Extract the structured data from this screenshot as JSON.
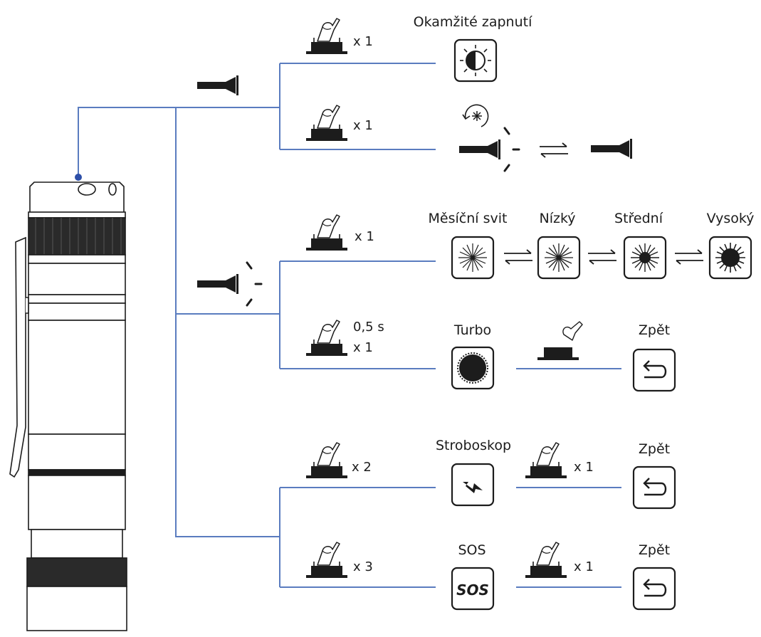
{
  "colors": {
    "line": "#5a7cbf",
    "dot": "#2d4fa8",
    "ink": "#1c1c1c"
  },
  "icons": {
    "button_press": "finger-press-button-icon",
    "flashlight_off": "flashlight-icon",
    "flashlight_on": "flashlight-on-icon",
    "back": "return-arrow-icon"
  },
  "branches": {
    "off": {
      "instant_on": {
        "count": "x 1",
        "mode_label": "Okamžité zapnutí"
      },
      "toggle": {
        "count": "x 1"
      }
    },
    "on": {
      "brightness": {
        "count": "x 1",
        "levels": [
          "Měsíční svit",
          "Nízký",
          "Střední",
          "Vysoký"
        ]
      },
      "turbo": {
        "hold": "0,5 s",
        "count": "x 1",
        "mode_label": "Turbo",
        "back_label": "Zpět"
      }
    },
    "strobe": {
      "count": "x 2",
      "mode_label": "Stroboskop",
      "exit_count": "x 1",
      "back_label": "Zpět"
    },
    "sos": {
      "count": "x 3",
      "mode_label": "SOS",
      "icon_text": "SOS",
      "exit_count": "x 1",
      "back_label": "Zpět"
    }
  }
}
